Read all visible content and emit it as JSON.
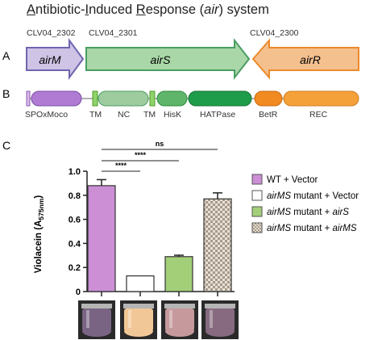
{
  "title": {
    "p1": "A",
    "p2": "ntibiotic-",
    "p3": "I",
    "p4": "nduced ",
    "p5": "R",
    "p6": "esponse (",
    "p7": "air",
    "p8": ") system"
  },
  "panel_labels": {
    "a": "A",
    "b": "B",
    "c": "C"
  },
  "colors": {
    "airM": "#cfc3e6",
    "airS": "#a9d7a7",
    "airR": "#f4c08e",
    "airM_border": "#6e66b0",
    "airS_border": "#4a9d63",
    "airR_border": "#ec8a2b",
    "wt_vector": "#cc8fd6",
    "airMS_vector": "#ffffff",
    "airMS_airS": "#a3cf79",
    "checker_light": "#e8e0d4",
    "checker_dark": "#a79a8c"
  },
  "genes": [
    {
      "id": "CLV04_2302",
      "name": "airM",
      "direction": "right"
    },
    {
      "id": "CLV04_2301",
      "name": "airS",
      "direction": "right"
    },
    {
      "id": "CLV04_2300",
      "name": "airR",
      "direction": "left"
    }
  ],
  "domains": [
    {
      "name": "SPOxMoco",
      "color": "#b07bd3"
    },
    {
      "name": "TM",
      "color": "#8fd36b"
    },
    {
      "name": "NC",
      "color": "#9fcc9f"
    },
    {
      "name": "TM",
      "color": "#8fd36b"
    },
    {
      "name": "HisK",
      "color": "#5fb56a"
    },
    {
      "name": "HATPase",
      "color": "#1f9c4a"
    },
    {
      "name": "BetR",
      "color": "#f28a22"
    },
    {
      "name": "REC",
      "color": "#f5a13a"
    }
  ],
  "chart_data": {
    "type": "bar",
    "ylabel_main": "Violacein (A",
    "ylabel_sub": "575nm",
    "ylabel_end": ")",
    "ylim": [
      0,
      1.0
    ],
    "yticks": [
      "0",
      "0.2",
      "0.4",
      "0.6",
      "0.8",
      "1.0"
    ],
    "categories": [
      "WT + Vector",
      "airMS mutant + Vector",
      "airMS mutant + airS",
      "airMS mutant + airMS"
    ],
    "values": [
      0.88,
      0.13,
      0.29,
      0.77
    ],
    "errors": [
      0.05,
      0.0,
      0.012,
      0.05
    ],
    "fills": [
      "#cc8fd6",
      "#ffffff",
      "#a3cf79",
      "checker"
    ],
    "significance": [
      {
        "from": 0,
        "to": 1,
        "label": "****"
      },
      {
        "from": 0,
        "to": 2,
        "label": "****"
      },
      {
        "from": 0,
        "to": 3,
        "label": "ns"
      }
    ]
  },
  "legend": [
    {
      "italic": "",
      "plain": "WT + Vector",
      "tail_italic": ""
    },
    {
      "italic": "airMS",
      "plain": " mutant + Vector",
      "tail_italic": ""
    },
    {
      "italic": "airMS",
      "plain": " mutant + ",
      "tail_italic": "airS"
    },
    {
      "italic": "airMS",
      "plain": " mutant + ",
      "tail_italic": "airMS"
    }
  ],
  "photo_colors": [
    "#7a6484",
    "#f2c797",
    "#c69a9d",
    "#876a80"
  ]
}
